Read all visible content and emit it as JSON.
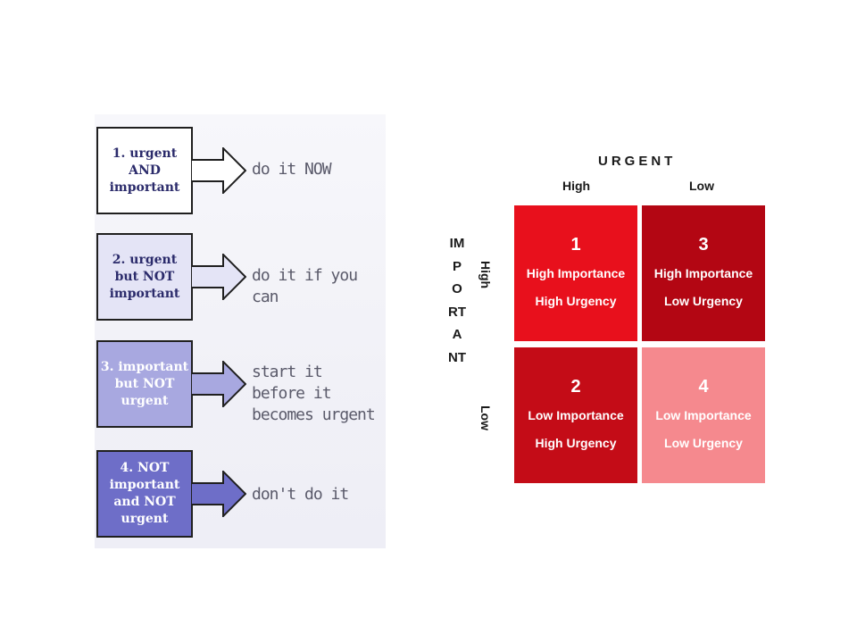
{
  "flow": {
    "steps": [
      {
        "label": "1. urgent\nAND\nimportant",
        "action": "do it NOW",
        "color": "#ffffff",
        "text_color": "#2b2b6b"
      },
      {
        "label": "2. urgent\nbut NOT\nimportant",
        "action": "do it if you can",
        "color": "#e4e4f6",
        "text_color": "#2b2b6b"
      },
      {
        "label": "3. important\nbut NOT\nurgent",
        "action": "start it before it\nbecomes urgent",
        "color": "#a8a8e0",
        "text_color": "#ffffff"
      },
      {
        "label": "4. NOT\nimportant\nand NOT\nurgent",
        "action": "don't do it",
        "color": "#6e6ec8",
        "text_color": "#ffffff"
      }
    ]
  },
  "matrix": {
    "column_axis_title": "URGENT",
    "row_axis_title": "IMPORTANT",
    "column_labels": [
      "High",
      "Low"
    ],
    "row_labels": [
      "High",
      "Low"
    ],
    "cells": [
      {
        "number": "1",
        "line1": "High Importance",
        "line2": "High Urgency",
        "color": "#e8101c"
      },
      {
        "number": "3",
        "line1": "High Importance",
        "line2": "Low Urgency",
        "color": "#b30613"
      },
      {
        "number": "2",
        "line1": "Low Importance",
        "line2": "High Urgency",
        "color": "#c40c17"
      },
      {
        "number": "4",
        "line1": "Low Importance",
        "line2": "Low Urgency",
        "color": "#f5898e"
      }
    ]
  }
}
